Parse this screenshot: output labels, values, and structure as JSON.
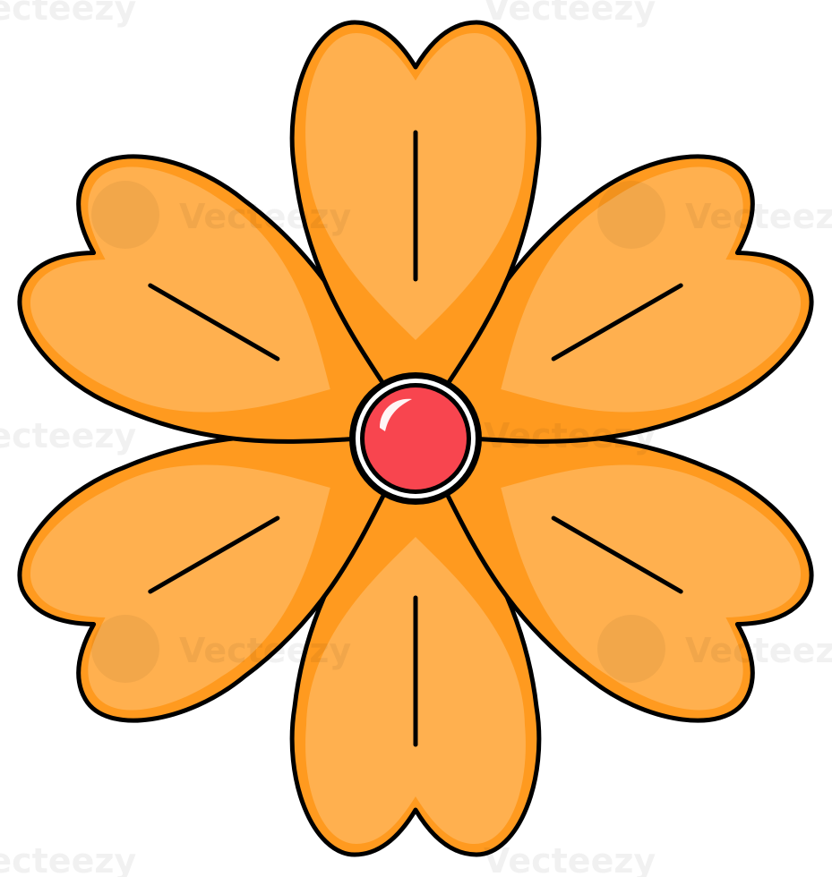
{
  "illustration": {
    "subject": "flower",
    "petal_count": 6,
    "colors": {
      "petal_fill": "#ffb04f",
      "petal_shade": "#ff9a1f",
      "outline": "#000000",
      "center_fill": "#f8454f",
      "center_highlight": "#ffffff"
    }
  },
  "watermark": {
    "brand": "Vecteezy",
    "text": "Vecteezy",
    "icon": "vecteezy-v-logo-icon"
  }
}
